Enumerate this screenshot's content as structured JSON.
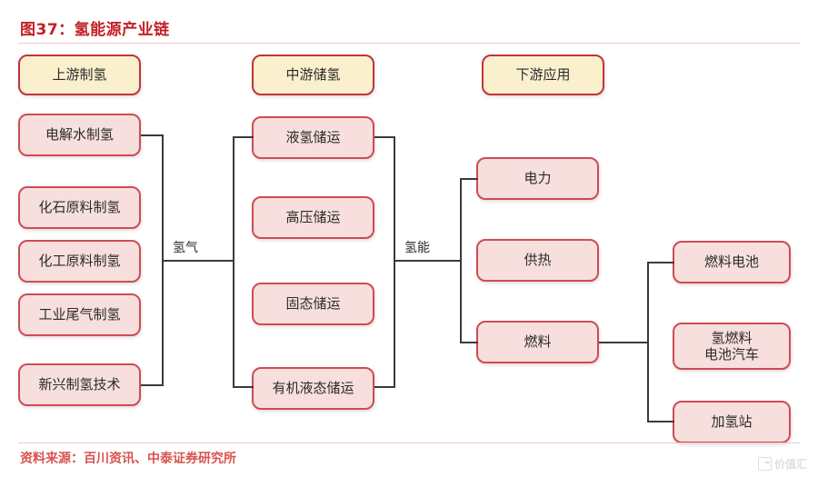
{
  "figure": {
    "title": "图37：氢能源产业链",
    "source": "资料来源：百川资讯、中泰证券研究所",
    "watermark": "价值汇"
  },
  "colors": {
    "title_red": "#C32026",
    "header_fill": "#FAF0CD",
    "header_border": "#C0343C",
    "item_fill": "#F7DFDD",
    "item_border": "#CE4C54",
    "connector": "#3a3a3a",
    "rule": "#EFC8C8"
  },
  "headers": [
    {
      "label": "上游制氢"
    },
    {
      "label": "中游储氢"
    },
    {
      "label": "下游应用"
    }
  ],
  "columns": {
    "upstream": [
      {
        "label": "电解水制氢"
      },
      {
        "label": "化石原料制氢"
      },
      {
        "label": "化工原料制氢"
      },
      {
        "label": "工业尾气制氢"
      },
      {
        "label": "新兴制氢技术"
      }
    ],
    "midstream": [
      {
        "label": "液氢储运"
      },
      {
        "label": "高压储运"
      },
      {
        "label": "固态储运"
      },
      {
        "label": "有机液态储运"
      }
    ],
    "downstream": [
      {
        "label": "电力"
      },
      {
        "label": "供热"
      },
      {
        "label": "燃料"
      }
    ],
    "applications": [
      {
        "label": "燃料电池"
      },
      {
        "label": "氢燃料\n电池汽车"
      },
      {
        "label": "加氢站"
      }
    ]
  },
  "edge_labels": [
    {
      "label": "氢气"
    },
    {
      "label": "氢能"
    }
  ]
}
